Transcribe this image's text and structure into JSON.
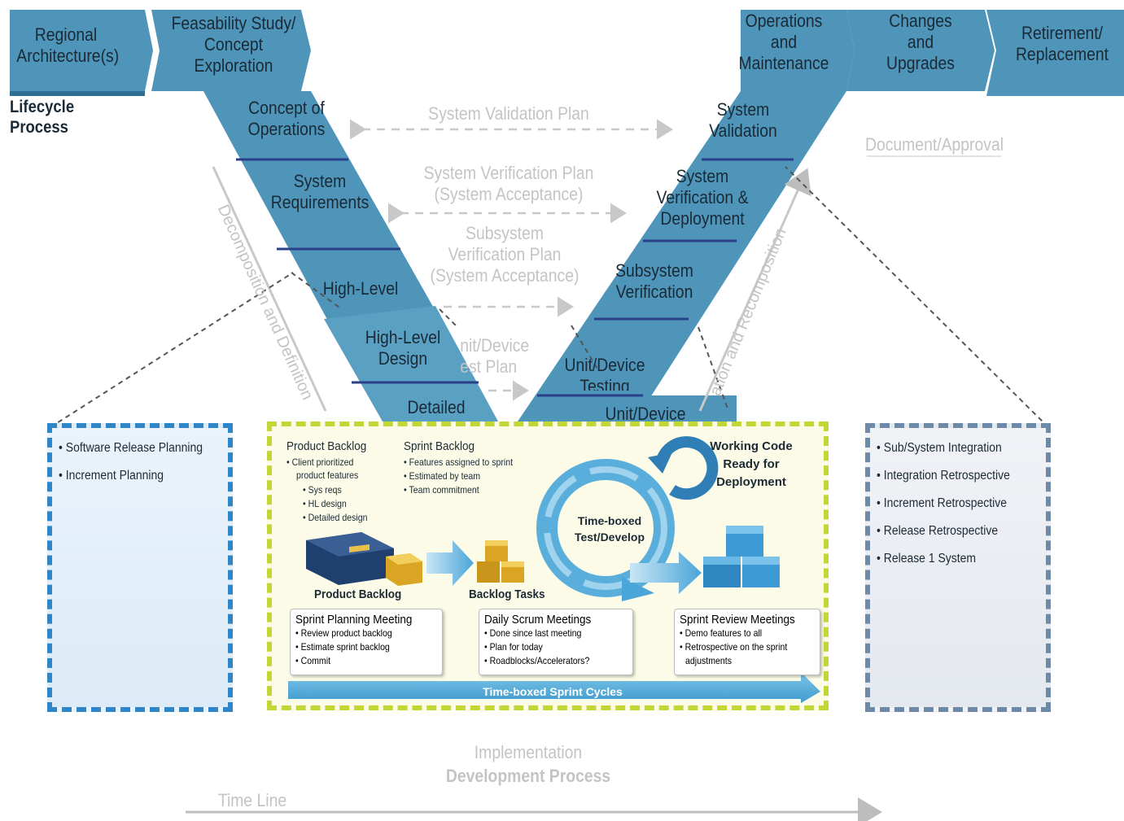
{
  "v_model": {
    "regional": "Regional\nArchitecture(s)",
    "feasibility": "Feasability Study/\nConcept\nExploration",
    "lifecycle": "Lifecycle Process",
    "concept_ops": "Concept of\nOperations",
    "system_req": "System\nRequirements",
    "high_level_partial": "High-Level",
    "high_level_design": "High-Level\nDesign",
    "detailed": "Detailed",
    "ops_maint": "Operations\nand\nMaintenance",
    "changes": "Changes\nand\nUpgrades",
    "retirement": "Retirement/\nReplacement",
    "system_validation": "System\nValidation",
    "system_verification": "System\nVerification &\nDeployment",
    "subsystem_verification": "Subsystem\nVerification",
    "unit_testing": "Unit/Device\nTesting",
    "unit_device": "Unit/Device"
  },
  "plans": {
    "validation": "System Validation Plan",
    "verification": "System Verification Plan\n(System Acceptance)",
    "subsystem": "Subsystem\nVerification Plan\n(System Acceptance)",
    "unit_test": "nit/Device\nest Plan"
  },
  "side_labels": {
    "doc_approval": "Document/Approval",
    "decomposition": "Decomposition and Definition",
    "integration": "ation and Recomposition"
  },
  "left_panel": [
    "Software Release Planning",
    "Increment Planning"
  ],
  "right_panel": [
    "Sub/System Integration",
    "Integration Retrospective",
    "Increment Retrospective",
    "Release Retrospective",
    "Release 1 System"
  ],
  "center": {
    "product_backlog": {
      "title": "Product Backlog",
      "items": [
        "Client prioritized",
        "product features"
      ],
      "subitems": [
        "Sys reqs",
        "HL design",
        "Detailed design"
      ]
    },
    "sprint_backlog": {
      "title": "Sprint Backlog",
      "items": [
        "Features assigned to sprint",
        "Estimated by team",
        "Team commitment"
      ]
    },
    "working_code": "Working Code\nReady for\nDeployment",
    "time_boxed": "Time-boxed\nTest/Develop",
    "product_backlog_label": "Product Backlog",
    "backlog_tasks": "Backlog Tasks",
    "meetings": [
      {
        "title": "Sprint Planning Meeting",
        "items": [
          "Review product backlog",
          "Estimate sprint backlog",
          "Commit"
        ]
      },
      {
        "title": "Daily Scrum Meetings",
        "items": [
          "Done since last meeting",
          "Plan for today",
          "Roadblocks/Accelerators?"
        ]
      },
      {
        "title": "Sprint Review Meetings",
        "items": [
          "Demo features to all",
          "Retrospective on the sprint",
          "adjustments"
        ]
      }
    ],
    "sprint_cycles": "Time-boxed Sprint Cycles"
  },
  "bottom": {
    "implementation": "Implementation",
    "dev_process": "Development Process",
    "time_line": "Time Line"
  },
  "colors": {
    "v_blue": "#4e95b9",
    "v_dark": "#2f6f94",
    "left_border": "#2e86c9",
    "right_border": "#6f8aa6",
    "center_border": "#c4d636"
  }
}
